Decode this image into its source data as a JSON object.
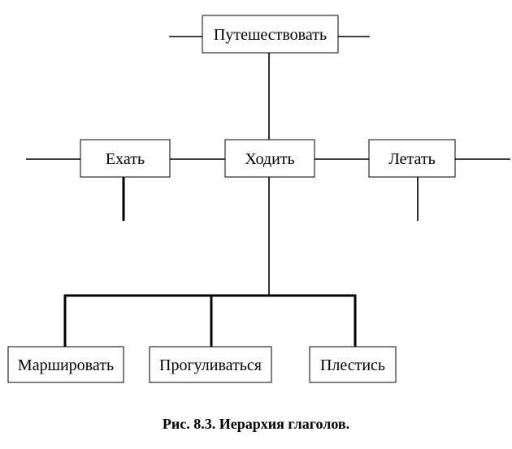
{
  "nodes": {
    "travel": "Путешествовать",
    "ride": "Ехать",
    "walk": "Ходить",
    "fly": "Летать",
    "march": "Маршировать",
    "stroll": "Прогуливаться",
    "trudge": "Плестись"
  },
  "caption": "Рис. 8.3. Иерархия глаголов."
}
